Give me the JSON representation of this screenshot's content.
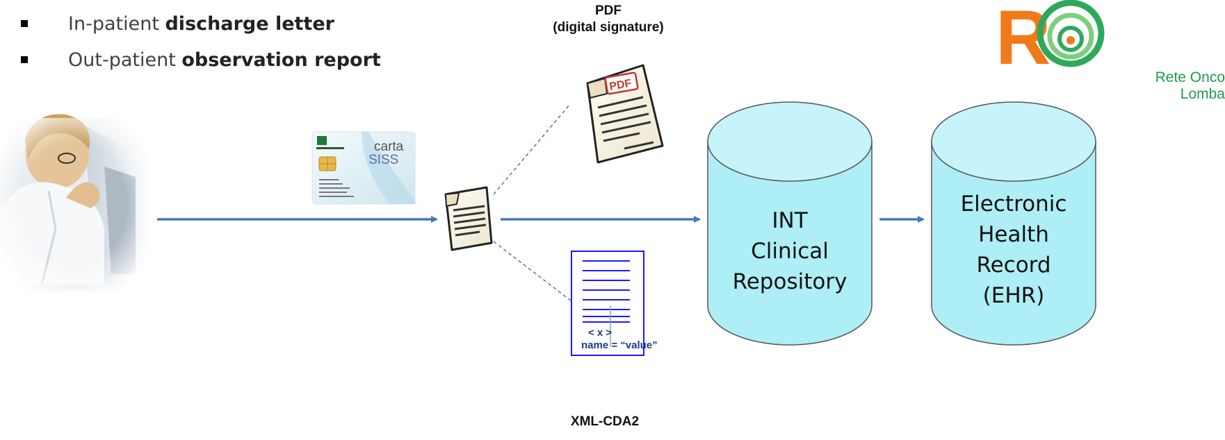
{
  "bullets": [
    {
      "prefix": "In-patient ",
      "bold": "discharge letter"
    },
    {
      "prefix": "Out-patient ",
      "bold": "observation report"
    }
  ],
  "pdf_label_line1": "PDF",
  "pdf_label_line2": "(digital signature)",
  "pdf_badge": "PDF",
  "xml_label": "XML-CDA2",
  "xml_tag": "< x >",
  "xml_attr": "name = “value”",
  "card": {
    "brand_line1": "carta",
    "brand_line2": "SISS"
  },
  "repository": {
    "line1": "INT",
    "line2": "Clinical",
    "line3": "Repository"
  },
  "ehr": {
    "line1": "Electronic",
    "line2": "Health",
    "line3": "Record",
    "line4": "(EHR)"
  },
  "logo": {
    "letter": "R",
    "line1": "Rete Onco",
    "line2": "Lomba"
  },
  "colors": {
    "arrow": "#4a76b8",
    "cylinder": "#aeeef6",
    "xml_blue": "#1a1aff",
    "logo_orange": "#f07a1a",
    "logo_green": "#1e9a50"
  }
}
